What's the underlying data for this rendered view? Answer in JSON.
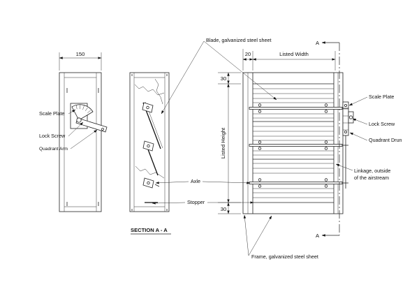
{
  "drawing": {
    "left_view": {
      "width_dim": "150",
      "scale_plate": "Scale Plate",
      "lock_screw": "Lock Screw",
      "quadrant_arm": "Quadrant Arm"
    },
    "section": {
      "title": "SECTION A - A",
      "blade": "Blade, galvanized steel sheet",
      "axle": "Axle",
      "stopper": "Stopper"
    },
    "elevation": {
      "section_mark_top": "A",
      "section_mark_bottom": "A",
      "frame_dim_width": "20",
      "listed_width": "Listed Width",
      "frame_dim_top": "30",
      "listed_height": "Listed Height",
      "frame_dim_bottom": "30",
      "scale_plate": "Scale Plate",
      "lock_screw": "Lock Screw",
      "quadrant_drum": "Quadrant Drun",
      "linkage_line1": "Linkage, outside",
      "linkage_line2": "of the airstream",
      "frame": "Frame, galvanized steel sheet"
    }
  },
  "colors": {
    "line": "#222222",
    "background": "#ffffff"
  }
}
